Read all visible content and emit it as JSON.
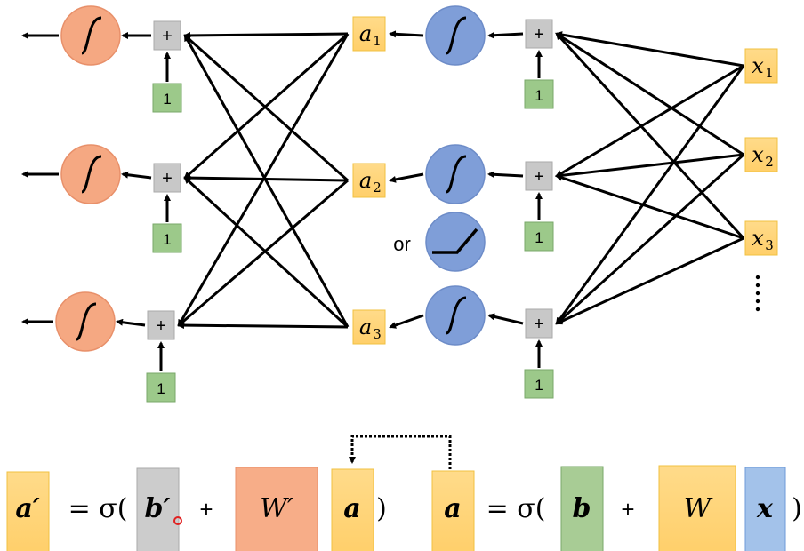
{
  "network": {
    "plus_symbol": "+",
    "bias_value": "1",
    "hidden_labels": [
      "a",
      "a",
      "a"
    ],
    "hidden_subscripts": [
      "1",
      "2",
      "3"
    ],
    "input_labels": [
      "x",
      "x",
      "x"
    ],
    "input_subscripts": [
      "1",
      "2",
      "3"
    ],
    "or_label": "or",
    "ellipsis": "⋮"
  },
  "equation": {
    "left": {
      "output": "a′",
      "eq": "= σ(",
      "bias": "b′",
      "plus": "+",
      "weight": "W′",
      "input": "a",
      "close": ")"
    },
    "right": {
      "output": "a",
      "eq": "= σ(",
      "bias": "b",
      "plus": "+",
      "weight": "W",
      "input": "x",
      "close": ")"
    }
  },
  "colors": {
    "orange_neuron": "#f5a882",
    "blue_neuron": "#7f9ed8",
    "gray_sum": "#c8c8c8",
    "green_bias": "#9cc98a",
    "yellow_value": "#ffd67a"
  }
}
